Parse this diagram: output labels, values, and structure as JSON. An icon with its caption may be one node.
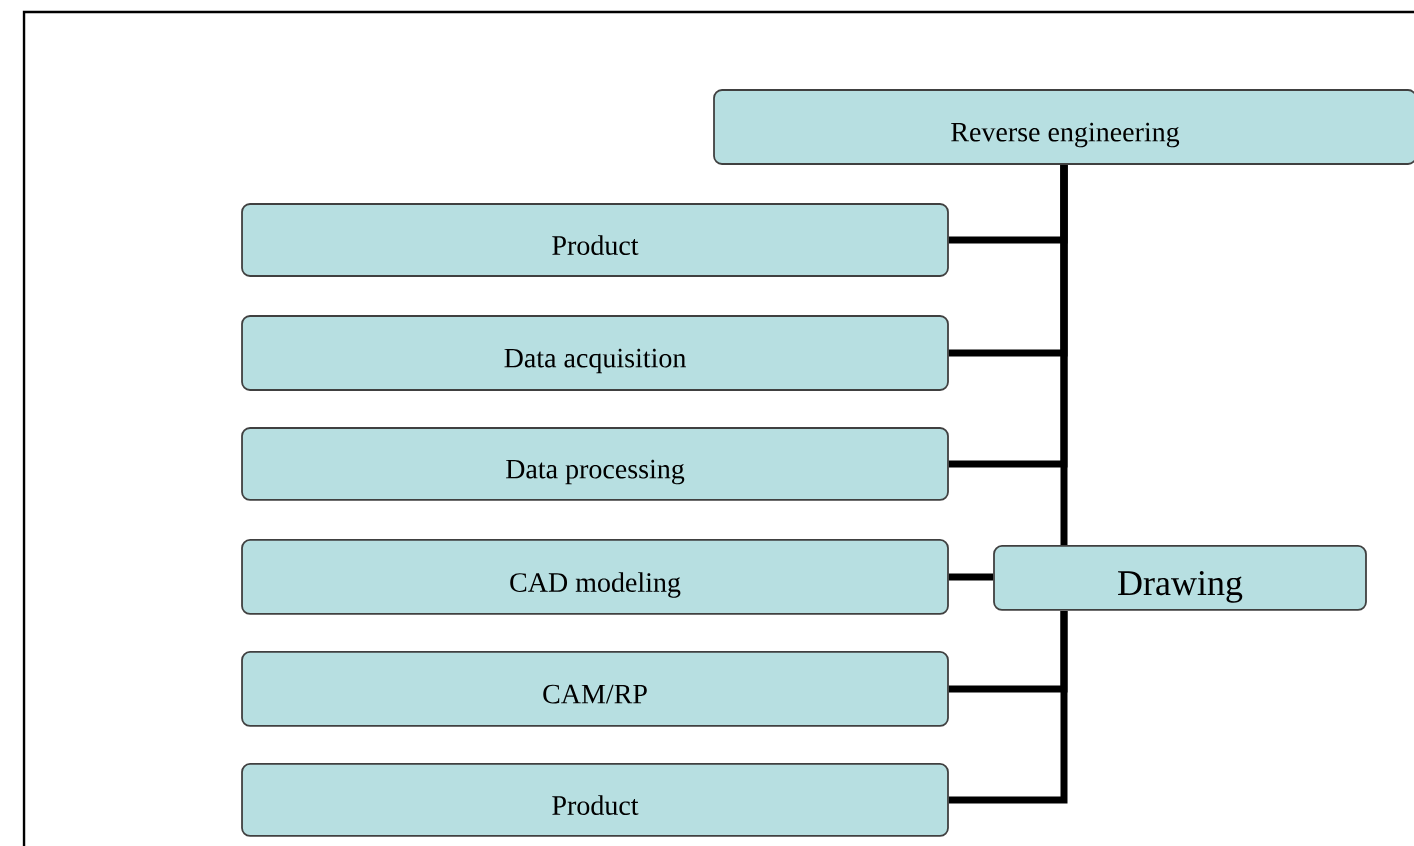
{
  "diagram": {
    "nodes": [
      {
        "text": [
          "Reverse engineering"
        ]
      },
      {
        "text": [
          "Product"
        ]
      },
      {
        "text": [
          "Data acquisition"
        ]
      },
      {
        "text": [
          "Data processing"
        ]
      },
      {
        "text": [
          "CAD modeling"
        ]
      },
      {
        "text": [
          "CAM/RP"
        ]
      },
      {
        "text": [
          "Product"
        ]
      },
      {
        "text": [
          "Drawing"
        ]
      }
    ],
    "edges": [
      {
        "from": 0,
        "to": 1,
        "arrow": "none"
      },
      {
        "from": 0,
        "to": 2,
        "arrow": "none"
      },
      {
        "from": 0,
        "to": 3,
        "arrow": "none"
      },
      {
        "from": 0,
        "to": 7,
        "arrow": "none"
      },
      {
        "from": 4,
        "to": 7,
        "arrow": "none"
      },
      {
        "from": 7,
        "to": 5,
        "arrow": "none"
      },
      {
        "from": 7,
        "to": 6,
        "arrow": "none"
      }
    ]
  }
}
